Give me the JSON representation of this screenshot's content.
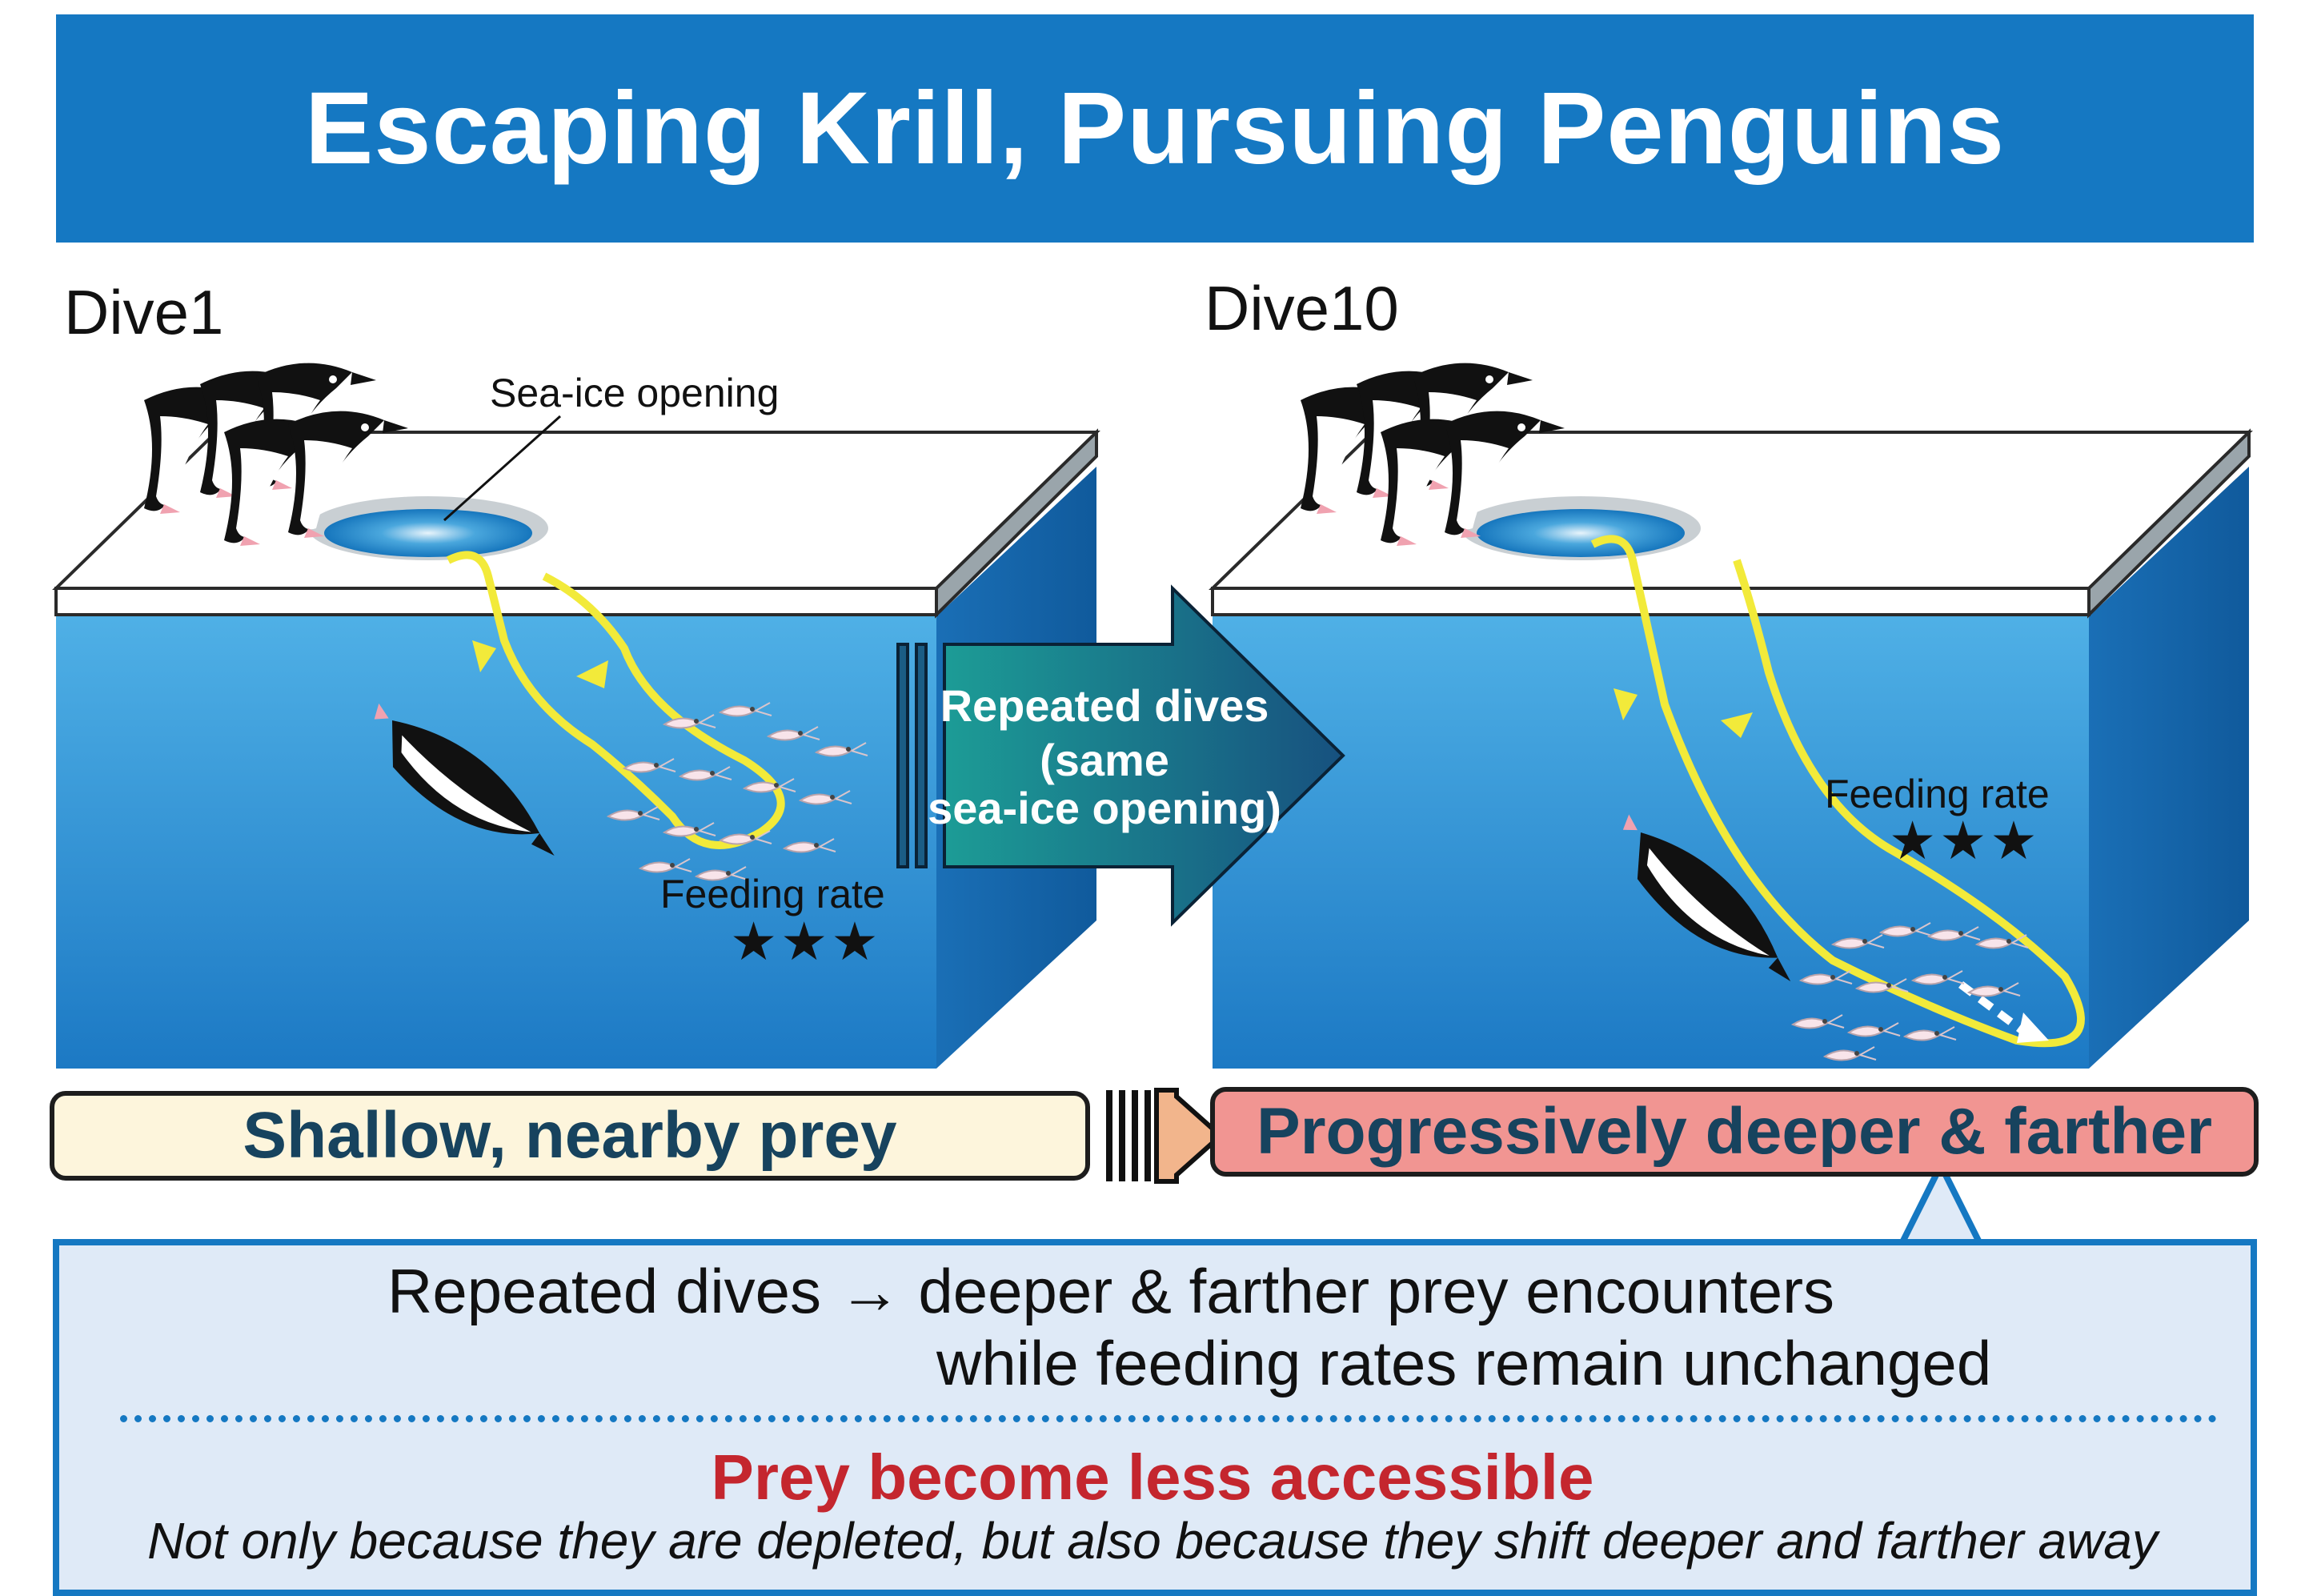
{
  "title": "Escaping Krill, Pursuing Penguins",
  "panels": {
    "left": {
      "dive_label": "Dive1",
      "ice_label": "Sea-ice opening",
      "feeding_label": "Feeding rate",
      "feeding_stars": "★★★"
    },
    "right": {
      "dive_label": "Dive10",
      "feeding_label": "Feeding rate",
      "feeding_stars": "★★★"
    }
  },
  "transition": {
    "line1": "Repeated dives",
    "line2": "(same",
    "line3": "sea-ice opening)"
  },
  "strips": {
    "left": "Shallow, nearby prey",
    "right": "Progressively deeper & farther"
  },
  "summary": {
    "line1": "Repeated dives → deeper & farther prey encounters",
    "line2": "while feeding rates remain unchanged",
    "highlight": "Prey become less accessible",
    "note": "Not only because they are depleted, but also because they shift deeper and farther away"
  },
  "colors": {
    "title_bg": "#1578c2",
    "water": "#2d8fd6",
    "path": "#f2ea3a",
    "arrow": "#1b6b8c",
    "strip_left": "#fdf5dc",
    "strip_right": "#f19592",
    "highlight_text": "#c4262e"
  }
}
